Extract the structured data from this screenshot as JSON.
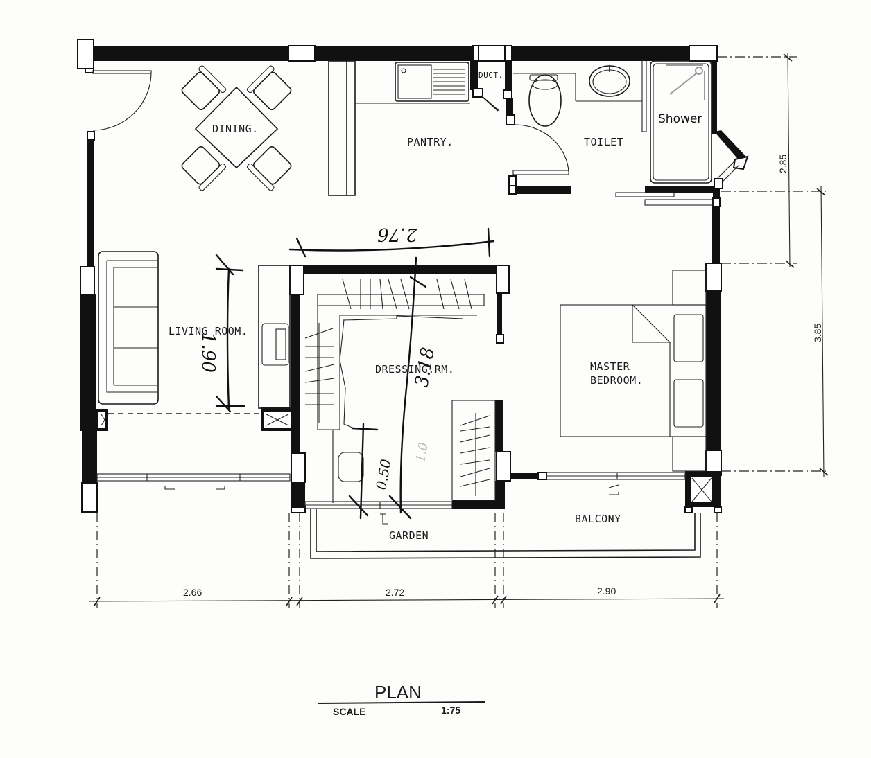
{
  "drawing": {
    "title": "PLAN",
    "scale_label": "SCALE",
    "scale_value": "1:75"
  },
  "rooms": {
    "dining": "DINING.",
    "pantry": "PANTRY.",
    "duct": "DUCT.",
    "toilet": "TOILET",
    "shower": "Shower",
    "living": "LIVING ROOM.",
    "dressing": "DRESSING.RM.",
    "master_line1": "MASTER",
    "master_line2": "BEDROOM.",
    "garden": "GARDEN",
    "balcony": "BALCONY"
  },
  "dimensions": {
    "bottom": [
      "2.66",
      "2.72",
      "2.90"
    ],
    "right": [
      "2.85",
      "3.85"
    ]
  },
  "handwritten": {
    "top_dressing": "2.76",
    "living_depth": "1.90",
    "dressing_depth": "3.18",
    "dressing_small": "0.50",
    "faint_mark": "1.0"
  },
  "colors": {
    "wall": "#111111",
    "paper": "#fdfdfc",
    "shower_fixture": "#9a9a9a"
  }
}
